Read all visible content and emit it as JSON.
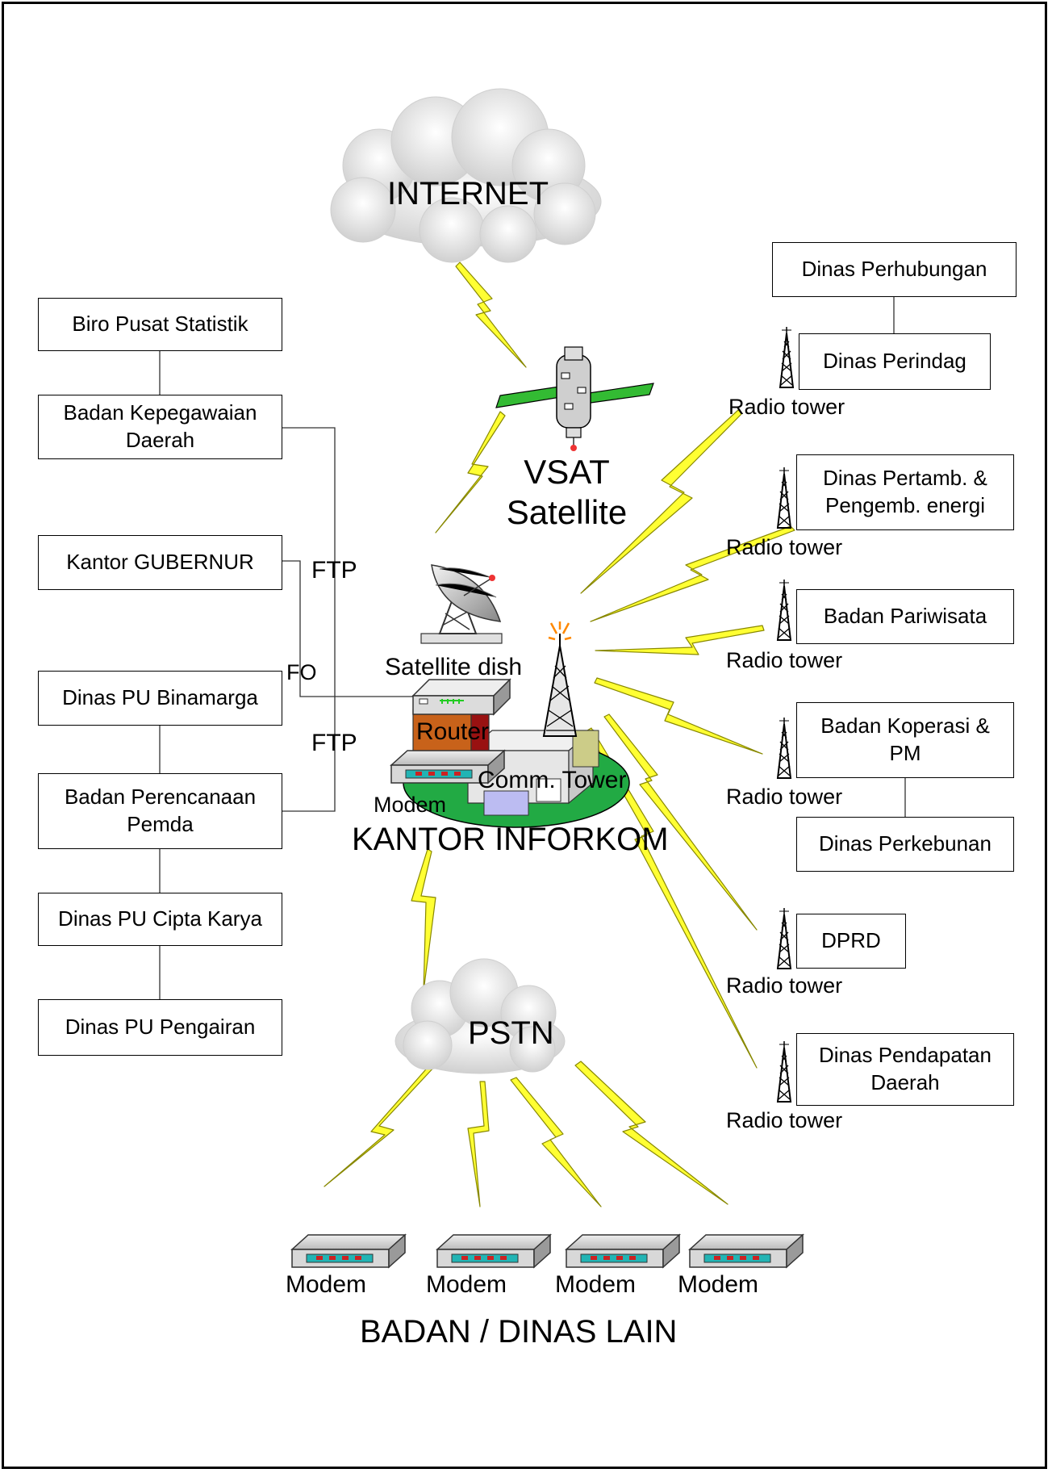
{
  "clouds": {
    "internet": "INTERNET",
    "pstn": "PSTN"
  },
  "satellite": {
    "label": "VSAT\nSatellite"
  },
  "center": {
    "satellite_dish": "Satellite dish",
    "router": "Router",
    "comm_tower": "Comm. Tower",
    "modem": "Modem",
    "title": "KANTOR INFORKOM"
  },
  "links": {
    "ftp_top": "FTP",
    "fo": "FO",
    "ftp_bottom": "FTP"
  },
  "left_boxes": [
    "Biro Pusat Statistik",
    "Badan Kepegawaian\nDaerah",
    "Kantor GUBERNUR",
    "Dinas PU Binamarga",
    "Badan Perencanaan\nPemda",
    "Dinas PU Cipta Karya",
    "Dinas PU Pengairan"
  ],
  "right_boxes": [
    "Dinas Perhubungan",
    "Dinas Perindag",
    "Dinas Pertamb. &\nPengemb. energi",
    "Badan Pariwisata",
    "Badan Koperasi &\nPM",
    "Dinas Perkebunan",
    "DPRD",
    "Dinas Pendapatan\nDaerah"
  ],
  "radio_tower_label": "Radio tower",
  "bottom": {
    "modems": [
      "Modem",
      "Modem",
      "Modem",
      "Modem"
    ],
    "title": "BADAN / DINAS LAIN"
  },
  "colors": {
    "bolt_fill": "#ffff33",
    "cloud_fill": "#e4e4e4",
    "platform_green": "#22aa44",
    "router_brown": "#c8621a",
    "satellite_panel": "#33bb33"
  },
  "icons": [
    "cloud-icon",
    "satellite-icon",
    "satellite-dish-icon",
    "router-icon",
    "communication-tower-icon",
    "modem-icon",
    "radio-tower-icon",
    "lightning-link-icon"
  ]
}
